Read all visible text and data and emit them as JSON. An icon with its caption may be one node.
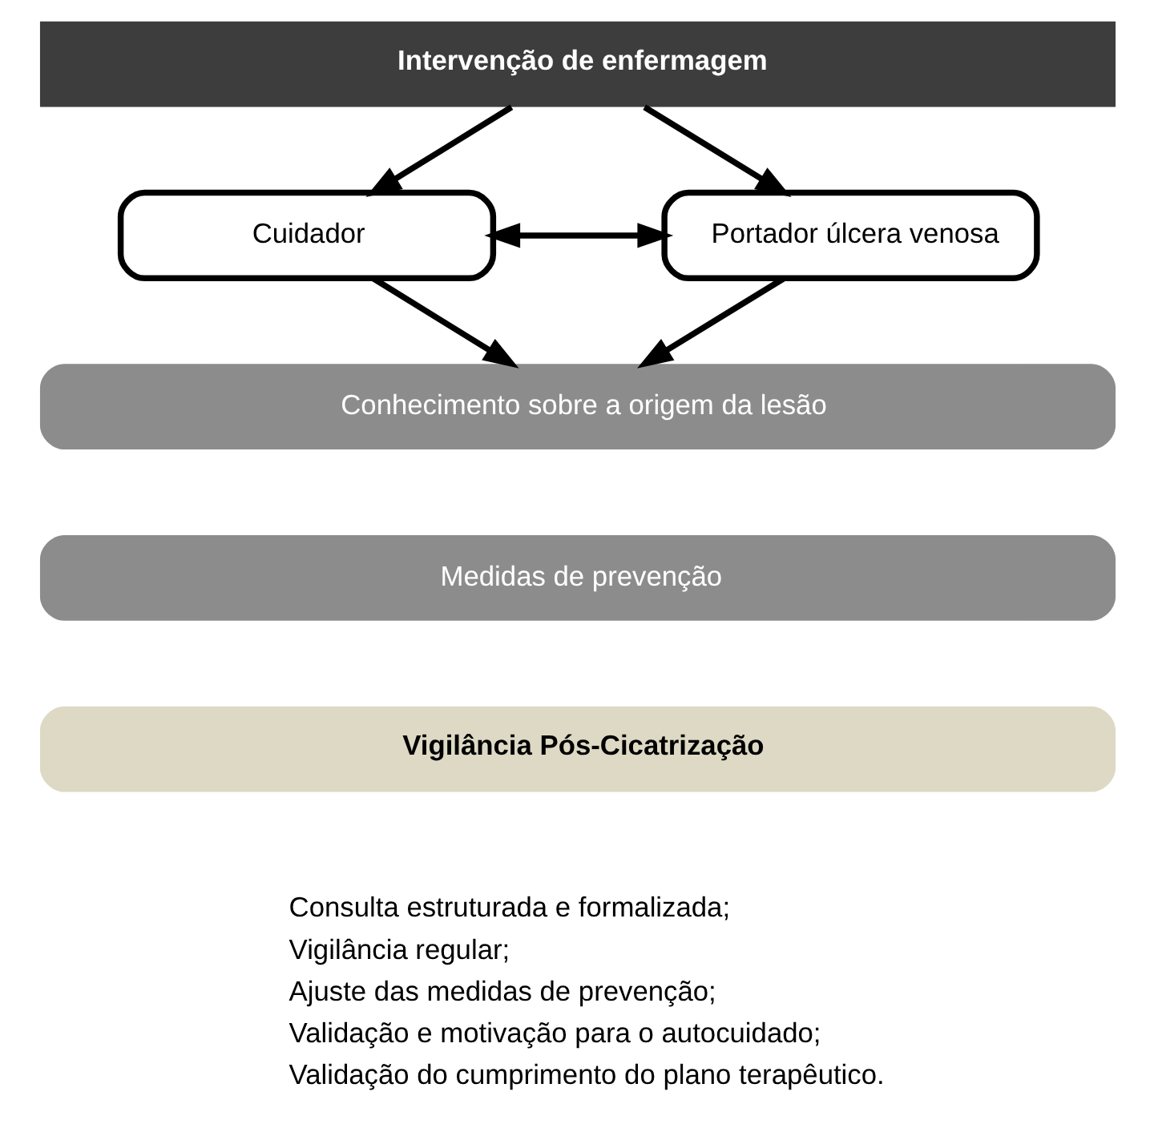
{
  "diagram": {
    "nodes": [
      {
        "text": [
          "Intervenção de enfermagem"
        ]
      },
      {
        "text": [
          "Cuidador"
        ]
      },
      {
        "text": [
          "Portador úlcera venosa"
        ]
      },
      {
        "text": [
          "Conhecimento sobre a origem da lesão"
        ]
      },
      {
        "text": [
          "Medidas de prevenção"
        ]
      },
      {
        "text": [
          "Vigilância Pós-Cicatrização"
        ]
      }
    ],
    "edges": [
      {
        "from": 0,
        "to": 1,
        "arrow": "to"
      },
      {
        "from": 0,
        "to": 2,
        "arrow": "to"
      },
      {
        "from": 1,
        "to": 2,
        "arrow": "both"
      },
      {
        "from": 1,
        "to": 3,
        "arrow": "to"
      },
      {
        "from": 2,
        "to": 3,
        "arrow": "to"
      }
    ],
    "labels": [
      "Consulta estruturada e formalizada;",
      "Vigilância regular;",
      "Ajuste das medidas de prevenção;",
      "Validação e motivação para o autocuidado;",
      "Validação do cumprimento do plano terapêutico."
    ]
  }
}
